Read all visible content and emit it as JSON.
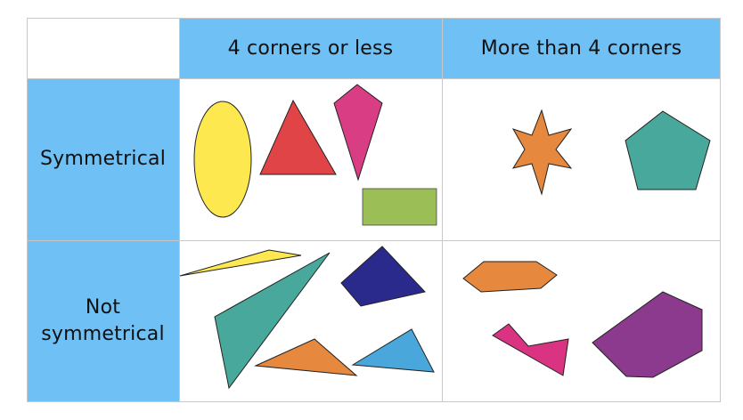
{
  "table": {
    "columns": [
      "4 corners or less",
      "More than 4 corners"
    ],
    "rows": [
      {
        "label": "Symmetrical"
      },
      {
        "label_line1": "Not",
        "label_line2": "symmetrical"
      }
    ]
  },
  "colors": {
    "header_blue": "#6ec0f5",
    "yellow": "#fde84f",
    "red": "#e04446",
    "pink": "#d93d84",
    "green": "#9bbf56",
    "orange": "#e6883d",
    "teal": "#48a89c",
    "navy": "#2a2a8c",
    "blue": "#4aa7dc",
    "magenta": "#d93381",
    "purple": "#8b3a8e"
  }
}
